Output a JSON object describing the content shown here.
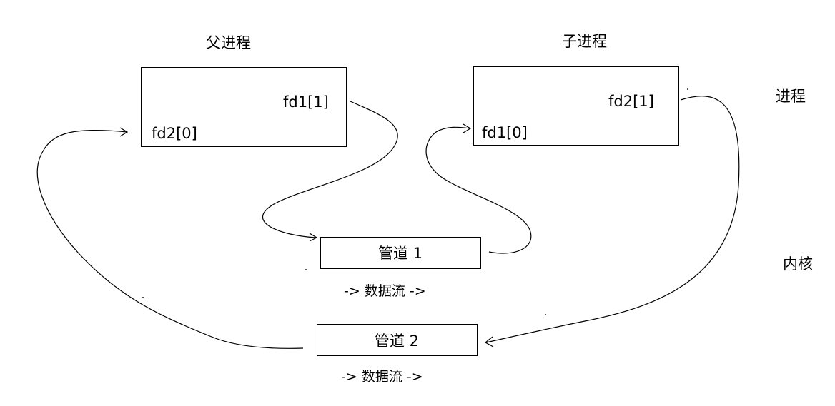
{
  "parent": {
    "title": "父进程",
    "write_fd": "fd1[1]",
    "read_fd": "fd2[0]"
  },
  "child": {
    "title": "子进程",
    "write_fd": "fd2[1]",
    "read_fd": "fd1[0]"
  },
  "zones": {
    "process_label": "进程",
    "kernel_label": "内核"
  },
  "pipes": [
    {
      "label": "管道 1",
      "flow": "-> 数据流 ->"
    },
    {
      "label": "管道 2",
      "flow": "-> 数据流 ->"
    }
  ],
  "colors": {
    "line": "#000000",
    "background": "#ffffff"
  }
}
